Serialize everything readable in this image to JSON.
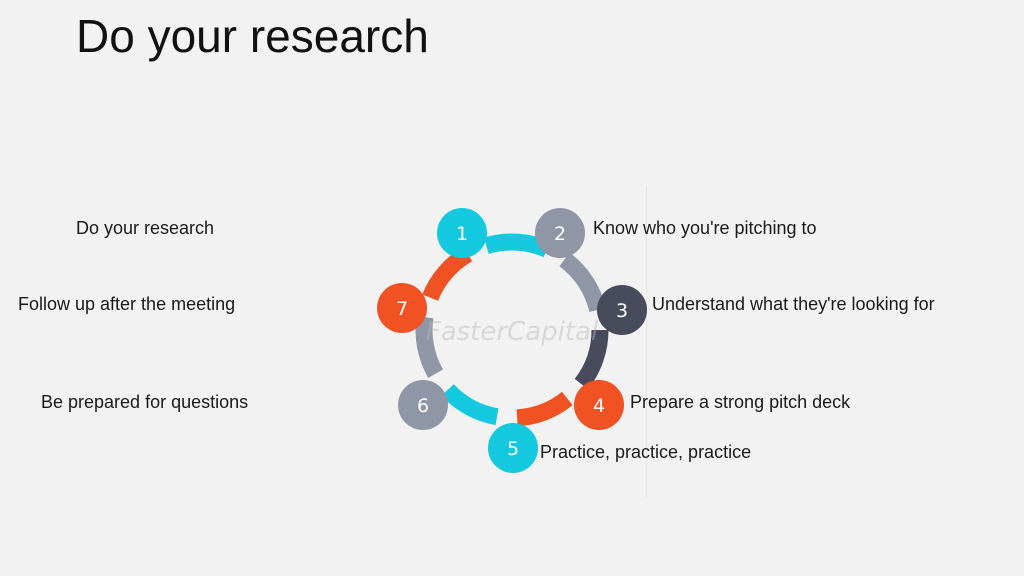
{
  "title": "Do your research",
  "steps": [
    {
      "num": "1",
      "label": "Do your research",
      "color": "#14c8e0"
    },
    {
      "num": "2",
      "label": "Know who you're pitching to",
      "color": "#8f96a6"
    },
    {
      "num": "3",
      "label": "Understand what they're looking for",
      "color": "#474b5c"
    },
    {
      "num": "4",
      "label": "Prepare a strong pitch deck",
      "color": "#f05223"
    },
    {
      "num": "5",
      "label": "Practice, practice, practice",
      "color": "#14c8e0"
    },
    {
      "num": "6",
      "label": "Be prepared for questions",
      "color": "#8f96a6"
    },
    {
      "num": "7",
      "label": "Follow up after the meeting",
      "color": "#f05223"
    }
  ],
  "watermark": "FasterCapital"
}
